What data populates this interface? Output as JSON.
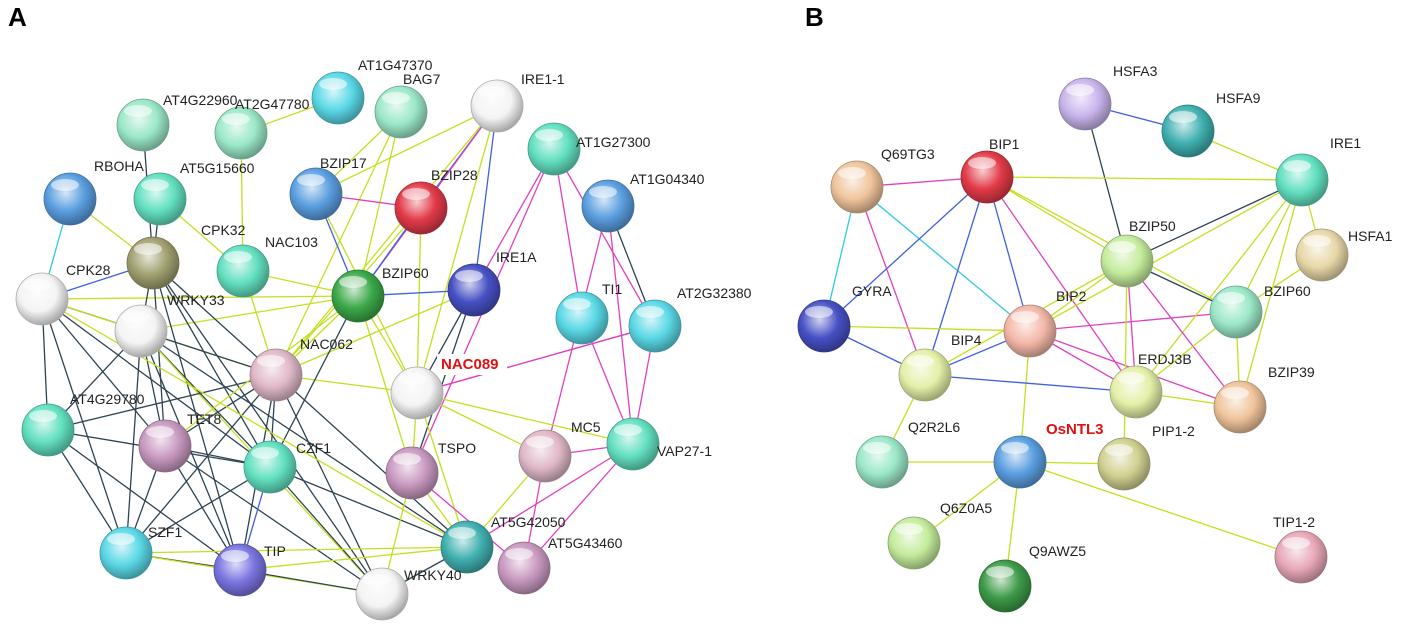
{
  "palette": {
    "cyan": "#5ad8e6",
    "teal": "#62e0c0",
    "mint": "#9be8c8",
    "blue": "#5a9ee0",
    "navy": "#4650c4",
    "purple": "#9a8ce0",
    "lavender": "#c8b4ec",
    "violet": "#7a74e0",
    "red": "#e23a48",
    "green": "#3aa848",
    "olive": "#a0a070",
    "pink": "#e0b8c8",
    "rose": "#e8a8b8",
    "orchid": "#c898c0",
    "beige": "#e8d8a8",
    "peach": "#f0c49c",
    "salmon": "#f4b8a8",
    "lime": "#c4ec9c",
    "yellowgreen": "#e4f0a8",
    "khaki": "#d0d090",
    "darkteal": "#40b0b0",
    "darkgreen": "#3c9a48",
    "white": "#f4f4f4",
    "edge_coexp": "#2e4452",
    "edge_text": "#c4e020",
    "edge_exp": "#e040c0",
    "edge_db": "#30c8e0",
    "edge_blue": "#4060e0",
    "edge_gray": "#5a6a78",
    "highlight_label": "#e01010"
  },
  "panels": [
    {
      "letter": "A",
      "nodes": [
        {
          "id": "AT1G47370",
          "label": "AT1G47370",
          "color": "cyan",
          "highlight": false
        },
        {
          "id": "BAG7",
          "label": "BAG7",
          "color": "mint",
          "highlight": false
        },
        {
          "id": "IRE1-1",
          "label": "IRE1-1",
          "color": "white",
          "highlight": false
        },
        {
          "id": "AT4G22960",
          "label": "AT4G22960",
          "color": "mint",
          "highlight": false
        },
        {
          "id": "AT2G47780",
          "label": "AT2G47780",
          "color": "mint",
          "highlight": false
        },
        {
          "id": "AT1G27300",
          "label": "AT1G27300",
          "color": "teal",
          "highlight": false
        },
        {
          "id": "RBOHA",
          "label": "RBOHA",
          "color": "blue",
          "highlight": false
        },
        {
          "id": "AT5G15660",
          "label": "AT5G15660",
          "color": "teal",
          "highlight": false
        },
        {
          "id": "BZIP17",
          "label": "BZIP17",
          "color": "blue",
          "highlight": false
        },
        {
          "id": "BZIP28",
          "label": "BZIP28",
          "color": "red",
          "highlight": false
        },
        {
          "id": "AT1G04340",
          "label": "AT1G04340",
          "color": "blue",
          "highlight": false
        },
        {
          "id": "CPK32",
          "label": "CPK32",
          "color": "olive",
          "highlight": false
        },
        {
          "id": "NAC103",
          "label": "NAC103",
          "color": "teal",
          "highlight": false
        },
        {
          "id": "CPK28",
          "label": "CPK28",
          "color": "white",
          "highlight": false
        },
        {
          "id": "BZIP60",
          "label": "BZIP60",
          "color": "green",
          "highlight": false
        },
        {
          "id": "IRE1A",
          "label": "IRE1A",
          "color": "navy",
          "highlight": false
        },
        {
          "id": "WRKY33",
          "label": "WRKY33",
          "color": "white",
          "highlight": false
        },
        {
          "id": "TI1",
          "label": "TI1",
          "color": "cyan",
          "highlight": false
        },
        {
          "id": "AT2G32380",
          "label": "AT2G32380",
          "color": "cyan",
          "highlight": false
        },
        {
          "id": "NAC062",
          "label": "NAC062",
          "color": "pink",
          "highlight": false
        },
        {
          "id": "NAC089",
          "label": "NAC089",
          "color": "white",
          "highlight": true
        },
        {
          "id": "AT4G29780",
          "label": "AT4G29780",
          "color": "teal",
          "highlight": false
        },
        {
          "id": "TET8",
          "label": "TET8",
          "color": "orchid",
          "highlight": false
        },
        {
          "id": "MC5",
          "label": "MC5",
          "color": "pink",
          "highlight": false
        },
        {
          "id": "VAP27-1",
          "label": "VAP27-1",
          "color": "teal",
          "highlight": false
        },
        {
          "id": "CZF1",
          "label": "CZF1",
          "color": "teal",
          "highlight": false
        },
        {
          "id": "TSPO",
          "label": "TSPO",
          "color": "orchid",
          "highlight": false
        },
        {
          "id": "SZF1",
          "label": "SZF1",
          "color": "cyan",
          "highlight": false
        },
        {
          "id": "TIP",
          "label": "TIP",
          "color": "violet",
          "highlight": false
        },
        {
          "id": "AT5G42050",
          "label": "AT5G42050",
          "color": "darkteal",
          "highlight": false
        },
        {
          "id": "AT5G43460",
          "label": "AT5G43460",
          "color": "orchid",
          "highlight": false
        },
        {
          "id": "WRKY40",
          "label": "WRKY40",
          "color": "white",
          "highlight": false
        }
      ],
      "edges": [
        [
          "RBOHA",
          "CPK28",
          "edge_db"
        ],
        [
          "RBOHA",
          "CPK32",
          "edge_text"
        ],
        [
          "AT4G22960",
          "CPK32",
          "edge_coexp"
        ],
        [
          "AT2G47780",
          "AT1G47370",
          "edge_text"
        ],
        [
          "AT2G47780",
          "NAC103",
          "edge_text"
        ],
        [
          "AT5G15660",
          "CPK32",
          "edge_coexp"
        ],
        [
          "AT5G15660",
          "NAC103",
          "edge_text"
        ],
        [
          "BAG7",
          "BZIP17",
          "edge_text"
        ],
        [
          "BAG7",
          "BZIP60",
          "edge_text"
        ],
        [
          "BAG7",
          "NAC062",
          "edge_text"
        ],
        [
          "IRE1-1",
          "BZIP28",
          "edge_blue"
        ],
        [
          "IRE1-1",
          "BZIP60",
          "edge_exp"
        ],
        [
          "IRE1-1",
          "IRE1A",
          "edge_blue"
        ],
        [
          "IRE1-1",
          "BZIP17",
          "edge_text"
        ],
        [
          "IRE1-1",
          "NAC089",
          "edge_text"
        ],
        [
          "IRE1-1",
          "NAC062",
          "edge_text"
        ],
        [
          "BZIP17",
          "BZIP28",
          "edge_exp"
        ],
        [
          "BZIP17",
          "BZIP60",
          "edge_blue"
        ],
        [
          "BZIP17",
          "NAC089",
          "edge_text"
        ],
        [
          "BZIP28",
          "BZIP60",
          "edge_blue"
        ],
        [
          "BZIP28",
          "NAC089",
          "edge_text"
        ],
        [
          "BZIP28",
          "NAC062",
          "edge_text"
        ],
        [
          "BZIP60",
          "IRE1A",
          "edge_blue"
        ],
        [
          "BZIP60",
          "NAC089",
          "edge_text"
        ],
        [
          "BZIP60",
          "NAC062",
          "edge_text"
        ],
        [
          "BZIP60",
          "CPK28",
          "edge_text"
        ],
        [
          "BZIP60",
          "WRKY33",
          "edge_text"
        ],
        [
          "BZIP60",
          "TSPO",
          "edge_text"
        ],
        [
          "IRE1A",
          "NAC089",
          "edge_coexp"
        ],
        [
          "IRE1A",
          "TSPO",
          "edge_coexp"
        ],
        [
          "IRE1A",
          "NAC062",
          "edge_text"
        ],
        [
          "AT1G27300",
          "IRE1A",
          "edge_exp"
        ],
        [
          "AT1G27300",
          "TI1",
          "edge_exp"
        ],
        [
          "AT1G27300",
          "AT2G32380",
          "edge_exp"
        ],
        [
          "AT1G27300",
          "TSPO",
          "edge_exp"
        ],
        [
          "AT1G04340",
          "AT2G32380",
          "edge_coexp"
        ],
        [
          "AT1G04340",
          "MC5",
          "edge_exp"
        ],
        [
          "AT1G04340",
          "VAP27-1",
          "edge_exp"
        ],
        [
          "AT2G32380",
          "NAC089",
          "edge_exp"
        ],
        [
          "AT2G32380",
          "VAP27-1",
          "edge_exp"
        ],
        [
          "TI1",
          "VAP27-1",
          "edge_exp"
        ],
        [
          "NAC089",
          "MC5",
          "edge_text"
        ],
        [
          "NAC089",
          "VAP27-1",
          "edge_text"
        ],
        [
          "NAC089",
          "TSPO",
          "edge_text"
        ],
        [
          "NAC089",
          "AT5G42050",
          "edge_text"
        ],
        [
          "NAC089",
          "NAC062",
          "edge_text"
        ],
        [
          "NAC089",
          "AT2G32380",
          "edge_exp"
        ],
        [
          "MC5",
          "AT5G43460",
          "edge_exp"
        ],
        [
          "MC5",
          "VAP27-1",
          "edge_exp"
        ],
        [
          "MC5",
          "AT5G42050",
          "edge_text"
        ],
        [
          "VAP27-1",
          "AT5G43460",
          "edge_exp"
        ],
        [
          "VAP27-1",
          "AT5G42050",
          "edge_exp"
        ],
        [
          "TSPO",
          "AT5G42050",
          "edge_text"
        ],
        [
          "TSPO",
          "AT5G43460",
          "edge_exp"
        ],
        [
          "CPK28",
          "CPK32",
          "edge_blue"
        ],
        [
          "CPK28",
          "WRKY33",
          "edge_coexp"
        ],
        [
          "CPK28",
          "AT4G29780",
          "edge_coexp"
        ],
        [
          "CPK28",
          "SZF1",
          "edge_coexp"
        ],
        [
          "CPK28",
          "TET8",
          "edge_coexp"
        ],
        [
          "CPK28",
          "CZF1",
          "edge_coexp"
        ],
        [
          "CPK28",
          "NAC062",
          "edge_text"
        ],
        [
          "CPK32",
          "WRKY33",
          "edge_coexp"
        ],
        [
          "CPK32",
          "TET8",
          "edge_coexp"
        ],
        [
          "CPK32",
          "CZF1",
          "edge_coexp"
        ],
        [
          "CPK32",
          "TIP",
          "edge_coexp"
        ],
        [
          "CPK32",
          "WRKY40",
          "edge_coexp"
        ],
        [
          "CPK32",
          "AT5G42050",
          "edge_coexp"
        ],
        [
          "WRKY33",
          "AT4G29780",
          "edge_coexp"
        ],
        [
          "WRKY33",
          "TET8",
          "edge_coexp"
        ],
        [
          "WRKY33",
          "CZF1",
          "edge_coexp"
        ],
        [
          "WRKY33",
          "SZF1",
          "edge_coexp"
        ],
        [
          "WRKY33",
          "TIP",
          "edge_coexp"
        ],
        [
          "WRKY33",
          "WRKY40",
          "edge_text"
        ],
        [
          "WRKY33",
          "NAC062",
          "edge_coexp"
        ],
        [
          "WRKY33",
          "AT5G42050",
          "edge_coexp"
        ],
        [
          "NAC062",
          "TET8",
          "edge_coexp"
        ],
        [
          "NAC062",
          "CZF1",
          "edge_coexp"
        ],
        [
          "NAC062",
          "SZF1",
          "edge_coexp"
        ],
        [
          "NAC062",
          "TIP",
          "edge_coexp"
        ],
        [
          "NAC062",
          "WRKY40",
          "edge_coexp"
        ],
        [
          "NAC062",
          "AT4G29780",
          "edge_coexp"
        ],
        [
          "AT4G29780",
          "SZF1",
          "edge_coexp"
        ],
        [
          "AT4G29780",
          "TIP",
          "edge_coexp"
        ],
        [
          "AT4G29780",
          "CZF1",
          "edge_coexp"
        ],
        [
          "TET8",
          "CZF1",
          "edge_coexp"
        ],
        [
          "TET8",
          "SZF1",
          "edge_coexp"
        ],
        [
          "TET8",
          "TIP",
          "edge_coexp"
        ],
        [
          "TET8",
          "WRKY40",
          "edge_coexp"
        ],
        [
          "CZF1",
          "SZF1",
          "edge_coexp"
        ],
        [
          "CZF1",
          "TIP",
          "edge_blue"
        ],
        [
          "CZF1",
          "WRKY40",
          "edge_coexp"
        ],
        [
          "CZF1",
          "AT5G42050",
          "edge_coexp"
        ],
        [
          "SZF1",
          "TIP",
          "edge_coexp"
        ],
        [
          "SZF1",
          "WRKY40",
          "edge_text"
        ],
        [
          "TIP",
          "WRKY40",
          "edge_coexp"
        ],
        [
          "TIP",
          "AT5G42050",
          "edge_text"
        ],
        [
          "WRKY40",
          "AT5G42050",
          "edge_coexp"
        ],
        [
          "WRKY40",
          "TSPO",
          "edge_text"
        ],
        [
          "BZIP60",
          "CZF1",
          "edge_coexp"
        ],
        [
          "BZIP60",
          "TET8",
          "edge_text"
        ],
        [
          "NAC103",
          "BZIP60",
          "edge_text"
        ],
        [
          "NAC103",
          "NAC062",
          "edge_text"
        ],
        [
          "CPK28",
          "AT5G42050",
          "edge_text"
        ],
        [
          "SZF1",
          "AT5G42050",
          "edge_text"
        ]
      ]
    },
    {
      "letter": "B",
      "nodes": [
        {
          "id": "HSFA3",
          "label": "HSFA3",
          "color": "lavender",
          "highlight": false
        },
        {
          "id": "HSFA9",
          "label": "HSFA9",
          "color": "darkteal",
          "highlight": false
        },
        {
          "id": "Q69TG3",
          "label": "Q69TG3",
          "color": "peach",
          "highlight": false
        },
        {
          "id": "BIP1",
          "label": "BIP1",
          "color": "red",
          "highlight": false
        },
        {
          "id": "IRE1",
          "label": "IRE1",
          "color": "teal",
          "highlight": false
        },
        {
          "id": "BZIP50",
          "label": "BZIP50",
          "color": "lime",
          "highlight": false
        },
        {
          "id": "HSFA1",
          "label": "HSFA1",
          "color": "beige",
          "highlight": false
        },
        {
          "id": "GYRA",
          "label": "GYRA",
          "color": "navy",
          "highlight": false
        },
        {
          "id": "BIP2",
          "label": "BIP2",
          "color": "salmon",
          "highlight": false
        },
        {
          "id": "BZIP60",
          "label": "BZIP60",
          "color": "mint",
          "highlight": false
        },
        {
          "id": "BIP4",
          "label": "BIP4",
          "color": "yellowgreen",
          "highlight": false
        },
        {
          "id": "ERDJ3B",
          "label": "ERDJ3B",
          "color": "yellowgreen",
          "highlight": false
        },
        {
          "id": "BZIP39",
          "label": "BZIP39",
          "color": "peach",
          "highlight": false
        },
        {
          "id": "Q2R2L6",
          "label": "Q2R2L6",
          "color": "mint",
          "highlight": false
        },
        {
          "id": "OsNTL3",
          "label": "OsNTL3",
          "color": "blue",
          "highlight": true
        },
        {
          "id": "PIP1-2",
          "label": "PIP1-2",
          "color": "khaki",
          "highlight": false
        },
        {
          "id": "Q6Z0A5",
          "label": "Q6Z0A5",
          "color": "lime",
          "highlight": false
        },
        {
          "id": "TIP1-2",
          "label": "TIP1-2",
          "color": "rose",
          "highlight": false
        },
        {
          "id": "Q9AWZ5",
          "label": "Q9AWZ5",
          "color": "darkgreen",
          "highlight": false
        }
      ],
      "edges": [
        [
          "HSFA3",
          "HSFA9",
          "edge_blue"
        ],
        [
          "HSFA3",
          "BZIP50",
          "edge_coexp"
        ],
        [
          "Q69TG3",
          "BIP1",
          "edge_exp"
        ],
        [
          "Q69TG3",
          "GYRA",
          "edge_db"
        ],
        [
          "Q69TG3",
          "BIP4",
          "edge_exp"
        ],
        [
          "Q69TG3",
          "BIP2",
          "edge_db"
        ],
        [
          "BIP1",
          "GYRA",
          "edge_blue"
        ],
        [
          "BIP1",
          "BIP2",
          "edge_blue"
        ],
        [
          "BIP1",
          "BIP4",
          "edge_blue"
        ],
        [
          "BIP1",
          "ERDJ3B",
          "edge_exp"
        ],
        [
          "BIP1",
          "BZIP50",
          "edge_text"
        ],
        [
          "BIP1",
          "IRE1",
          "edge_text"
        ],
        [
          "BIP1",
          "BZIP60",
          "edge_text"
        ],
        [
          "GYRA",
          "BIP4",
          "edge_blue"
        ],
        [
          "GYRA",
          "BIP2",
          "edge_text"
        ],
        [
          "BIP2",
          "BIP4",
          "edge_blue"
        ],
        [
          "BIP2",
          "ERDJ3B",
          "edge_exp"
        ],
        [
          "BIP2",
          "BZIP50",
          "edge_text"
        ],
        [
          "BIP2",
          "BZIP60",
          "edge_exp"
        ],
        [
          "BIP2",
          "BZIP39",
          "edge_exp"
        ],
        [
          "BIP2",
          "OsNTL3",
          "edge_text"
        ],
        [
          "BIP4",
          "ERDJ3B",
          "edge_blue"
        ],
        [
          "BIP4",
          "BZIP50",
          "edge_text"
        ],
        [
          "BIP4",
          "Q2R2L6",
          "edge_text"
        ],
        [
          "IRE1",
          "BZIP50",
          "edge_coexp"
        ],
        [
          "IRE1",
          "BZIP60",
          "edge_text"
        ],
        [
          "IRE1",
          "BZIP39",
          "edge_text"
        ],
        [
          "IRE1",
          "HSFA9",
          "edge_text"
        ],
        [
          "IRE1",
          "ERDJ3B",
          "edge_text"
        ],
        [
          "IRE1",
          "HSFA1",
          "edge_text"
        ],
        [
          "IRE1",
          "BIP2",
          "edge_text"
        ],
        [
          "BZIP50",
          "BZIP60",
          "edge_coexp"
        ],
        [
          "BZIP50",
          "BZIP39",
          "edge_exp"
        ],
        [
          "BZIP50",
          "ERDJ3B",
          "edge_exp"
        ],
        [
          "BZIP50",
          "PIP1-2",
          "edge_text"
        ],
        [
          "BZIP60",
          "BZIP39",
          "edge_text"
        ],
        [
          "BZIP60",
          "ERDJ3B",
          "edge_text"
        ],
        [
          "BZIP60",
          "HSFA1",
          "edge_text"
        ],
        [
          "ERDJ3B",
          "BZIP39",
          "edge_text"
        ],
        [
          "OsNTL3",
          "Q2R2L6",
          "edge_text"
        ],
        [
          "OsNTL3",
          "PIP1-2",
          "edge_text"
        ],
        [
          "OsNTL3",
          "Q6Z0A5",
          "edge_text"
        ],
        [
          "OsNTL3",
          "TIP1-2",
          "edge_text"
        ],
        [
          "OsNTL3",
          "Q9AWZ5",
          "edge_text"
        ]
      ]
    }
  ]
}
